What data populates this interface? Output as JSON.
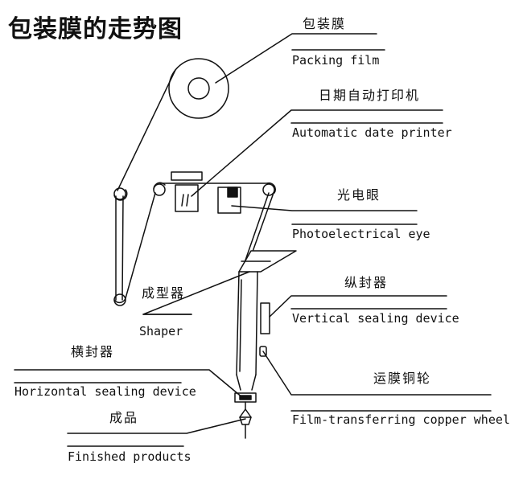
{
  "title": "包装膜的走势图",
  "labels": {
    "packing_film": {
      "cn": "包装膜",
      "en": "Packing film"
    },
    "date_printer": {
      "cn": "日期自动打印机",
      "en": "Automatic date printer"
    },
    "photo_eye": {
      "cn": "光电眼",
      "en": "Photoelectrical eye"
    },
    "shaper": {
      "cn": "成型器",
      "en": "Shaper"
    },
    "vertical_sealer": {
      "cn": "纵封器",
      "en": "Vertical sealing device"
    },
    "horizontal_sealer": {
      "cn": "横封器",
      "en": "Horizontal sealing device"
    },
    "copper_wheel": {
      "cn": "运膜铜轮",
      "en": "Film-transferring copper wheel"
    },
    "finished_products": {
      "cn": "成品",
      "en": "Finished products"
    }
  }
}
